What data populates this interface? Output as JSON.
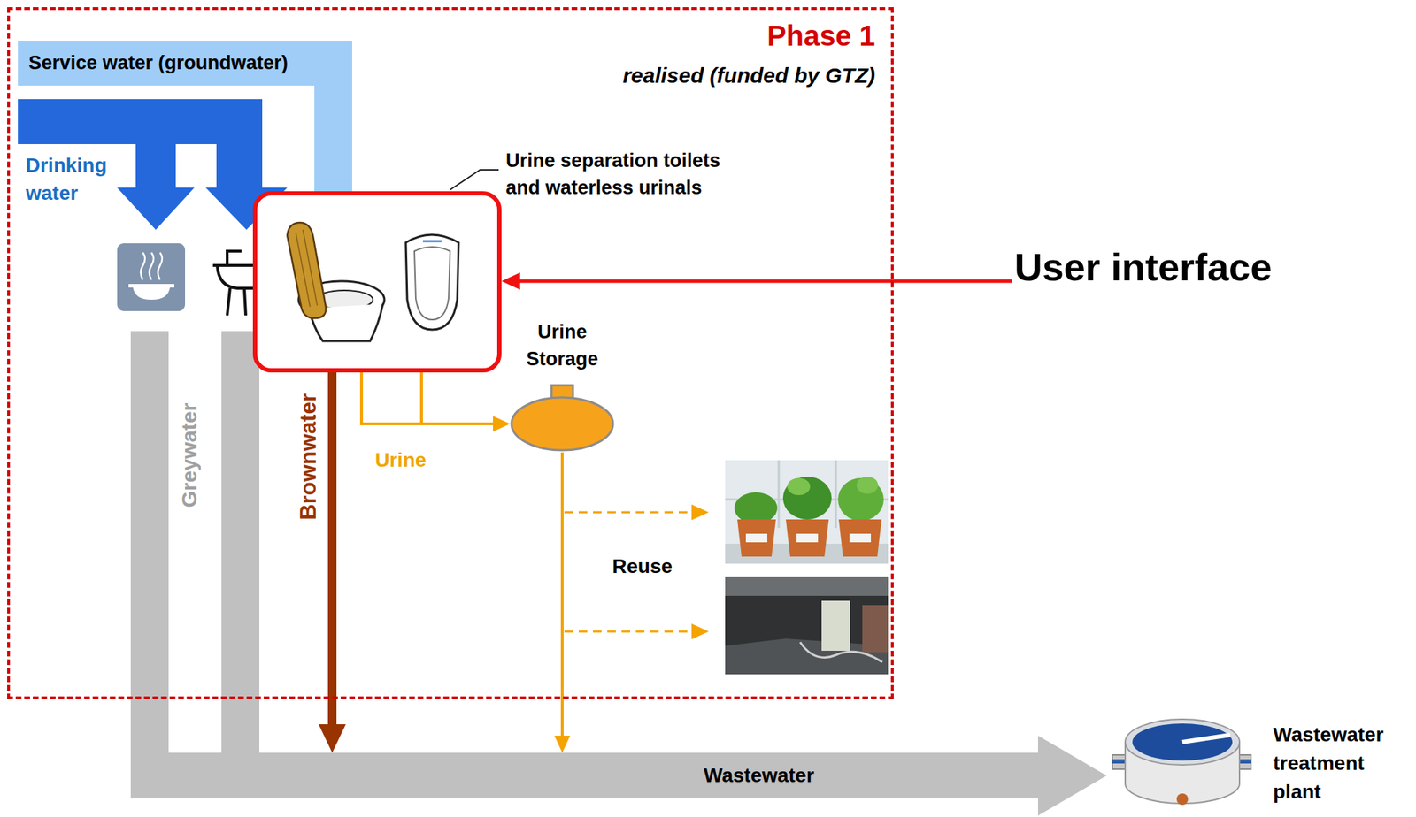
{
  "diagram": {
    "nodes": [
      {
        "text": [
          "Phase 1",
          "realised (funded by GTZ)"
        ]
      },
      {
        "text": [
          "Urine separation toilets and waterless urinals"
        ],
        "in": 0
      },
      {
        "text": [
          "Urine Storage"
        ],
        "in": 0
      },
      {
        "text": [
          "User interface"
        ]
      },
      {
        "text": [
          "Wastewater"
        ]
      },
      {
        "text": [
          "Wastewater treatment plant"
        ]
      }
    ],
    "edges": [
      {
        "from": 3,
        "to": 1,
        "arrow": "to"
      },
      {
        "from": 1,
        "to": 2,
        "arrow": "to",
        "label": "Urine"
      },
      {
        "from": 1,
        "to": 4,
        "arrow": "to",
        "label": "Brownwater"
      },
      {
        "from": 2,
        "to": 4,
        "arrow": "to"
      },
      {
        "from": 4,
        "to": 5,
        "arrow": "to"
      }
    ],
    "labels": [
      "Service water (groundwater)",
      "Drinking water",
      "Greywater",
      "Reuse"
    ]
  }
}
